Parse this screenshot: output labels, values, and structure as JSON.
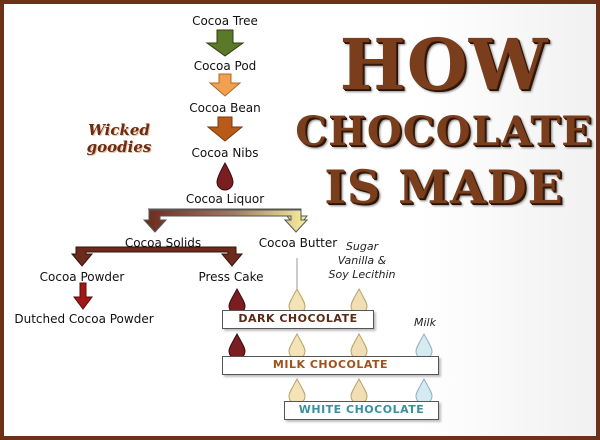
{
  "title": {
    "line1": "HOW",
    "line2": "CHOCOLATE",
    "line3": "IS MADE"
  },
  "logo": {
    "line1": "Wicked",
    "line2": "goodies"
  },
  "steps": {
    "cocoa_tree": "Cocoa Tree",
    "cocoa_pod": "Cocoa Pod",
    "cocoa_bean": "Cocoa Bean",
    "cocoa_nibs": "Cocoa Nibs",
    "cocoa_liquor": "Cocoa Liquor",
    "cocoa_solids": "Cocoa Solids",
    "cocoa_butter": "Cocoa Butter",
    "cocoa_powder": "Cocoa Powder",
    "press_cake": "Press Cake",
    "dutched_cocoa_powder": "Dutched Cocoa Powder"
  },
  "additives": {
    "sugar": "Sugar",
    "vanilla": "Vanilla &",
    "soy_lecithin": "Soy Lecithin",
    "milk": "Milk"
  },
  "products": {
    "dark": "DARK CHOCOLATE",
    "milk": "MILK CHOCOLATE",
    "white": "WHITE CHOCOLATE"
  },
  "colors": {
    "green_arrow": "#5a7a2a",
    "orange_arrow": "#f0a050",
    "brown_arrow": "#b85a18",
    "dark_brown": "#6b2a1c",
    "liquor_drop": "#7a1e22",
    "butter_drop": "#f3e3b6",
    "sugar_drop": "#f1deb4",
    "milk_drop": "#d6eaf2",
    "dark_text": "#5a2a16",
    "milk_text": "#a0521c",
    "white_text": "#3a8fa0"
  }
}
